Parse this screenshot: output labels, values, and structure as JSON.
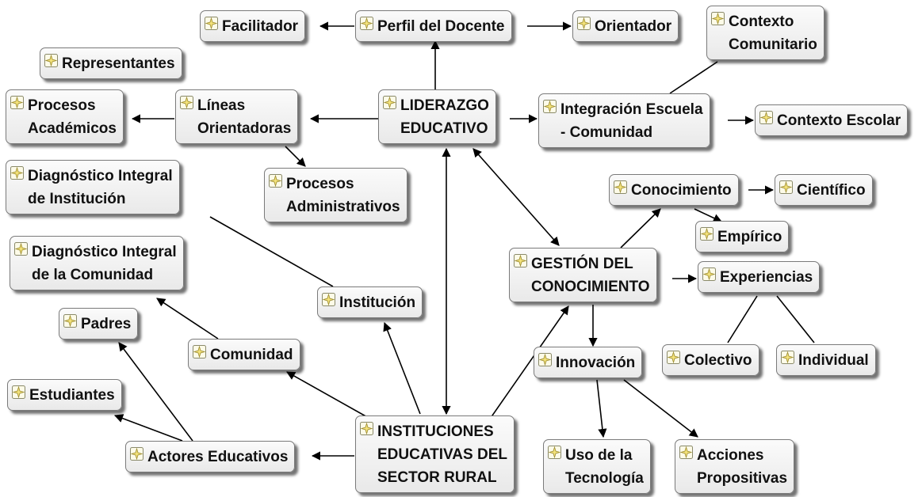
{
  "nodes": {
    "facilitador": "Facilitador",
    "perfil": "Perfil del Docente",
    "orientador": "Orientador",
    "contexto_comunitario": "Contexto\nComunitario",
    "representantes": "Representantes",
    "procesos_academicos": "Procesos\nAcadémicos",
    "lineas": "Líneas\nOrientadoras",
    "liderazgo": "LIDERAZGO\nEDUCATIVO",
    "integracion": "Integración Escuela\n- Comunidad",
    "contexto_escolar": "Contexto Escolar",
    "diagnostico_institucion": "Diagnóstico Integral\nde Institución",
    "procesos_administrativos": "Procesos\nAdministrativos",
    "conocimiento": "Conocimiento",
    "cientifico": "Científico",
    "empirico": "Empírico",
    "diagnostico_comunidad": "Diagnóstico Integral\nde la Comunidad",
    "gestion": "GESTIÓN DEL\nCONOCIMIENTO",
    "experiencias": "Experiencias",
    "institucion": "Institución",
    "padres": "Padres",
    "comunidad": "Comunidad",
    "innovacion": "Innovación",
    "colectivo": "Colectivo",
    "individual": "Individual",
    "estudiantes": "Estudiantes",
    "actores": "Actores Educativos",
    "instituciones": "INSTITUCIONES\nEDUCATIVAS DEL\nSECTOR RURAL",
    "uso_tecnologia": "Uso de la\nTecnología",
    "acciones": "Acciones\nPropositivas"
  },
  "icon_name": "concept-star-icon",
  "colors": {
    "node_border": "#7a7a7a",
    "icon_fill": "#f4e37a",
    "edge": "#000000"
  }
}
